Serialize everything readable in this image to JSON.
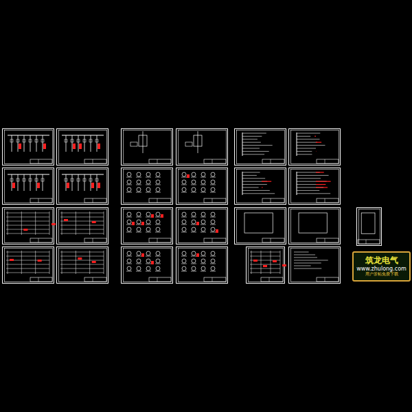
{
  "diagram": {
    "nodes": [
      {
        "text": [
          "筑龙电气",
          "www.zhulong.com",
          "用户发帖免费下载"
        ]
      }
    ]
  }
}
